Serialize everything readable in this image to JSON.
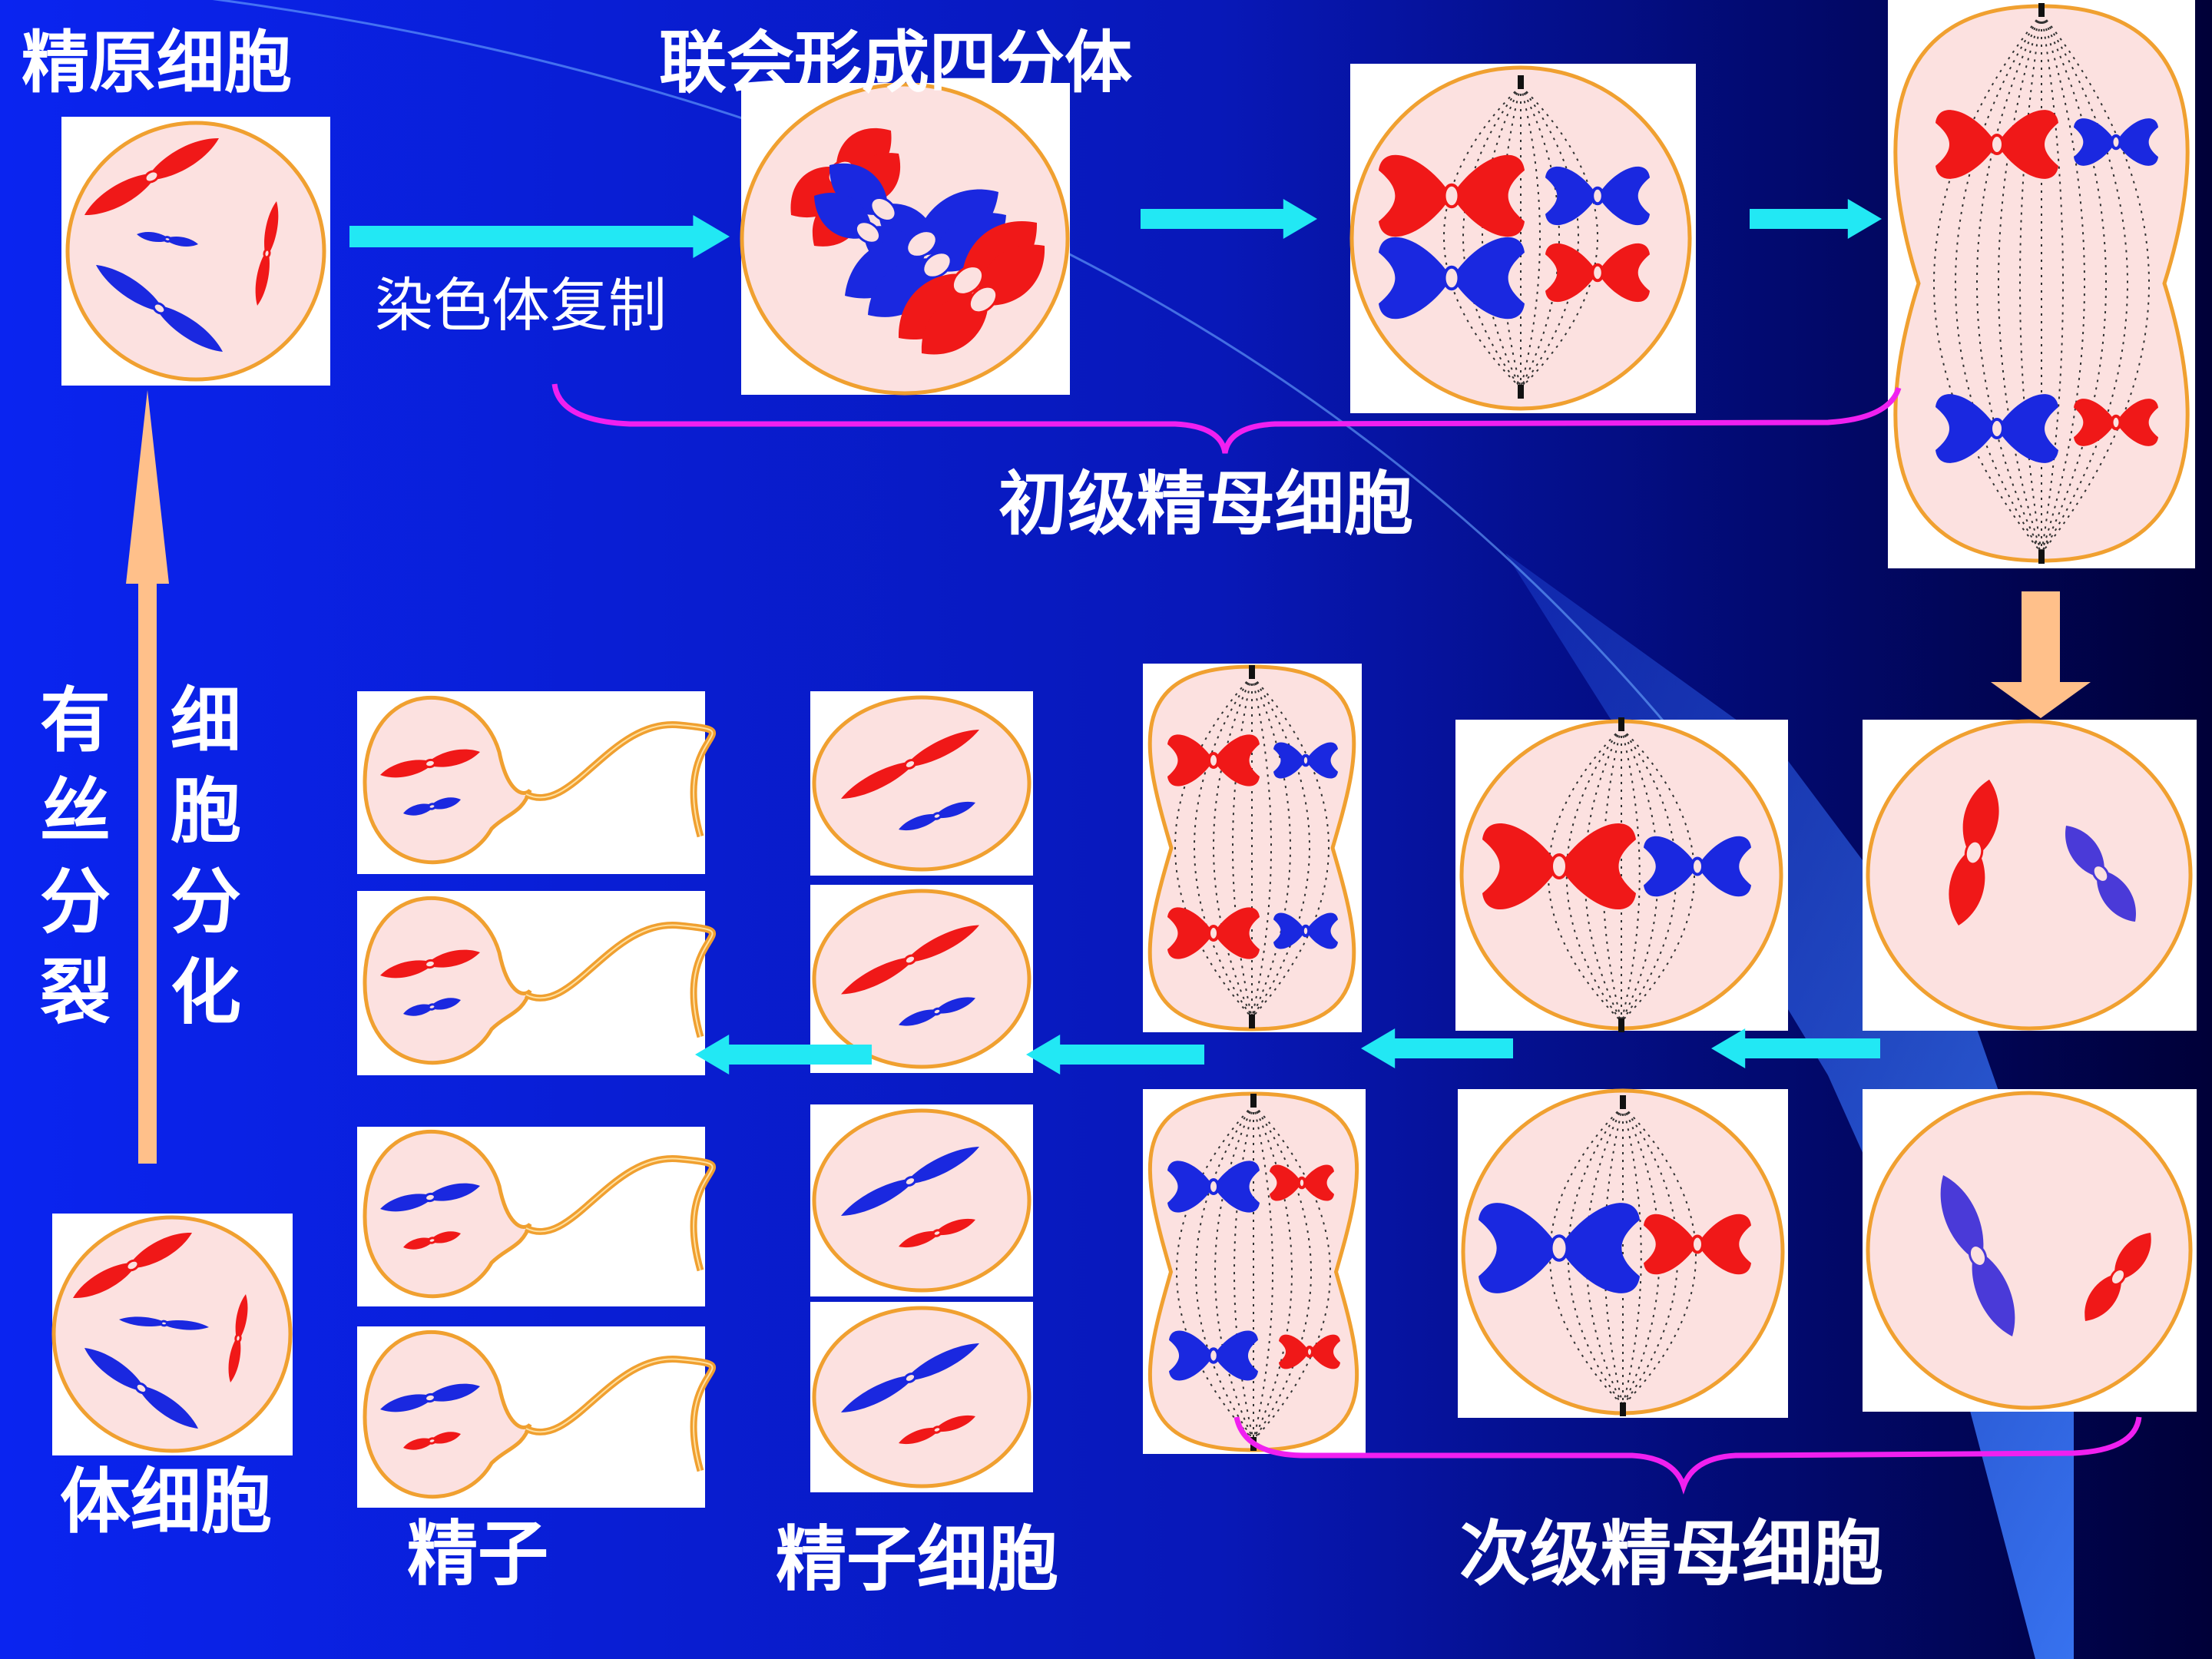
{
  "labels": {
    "spermatogonium": "精原细胞",
    "synapsis": "联会形成四分体",
    "replication": "染色体复制",
    "primary": "初级精母细胞",
    "secondary": "次级精母细胞",
    "spermatid": "精子细胞",
    "sperm": "精子",
    "somatic": "体细胞",
    "mitosis_chars": [
      "有",
      "丝",
      "分",
      "裂"
    ],
    "differentiation_chars": [
      "细",
      "胞",
      "分",
      "化"
    ]
  },
  "colors": {
    "background_left": "#0a27f0",
    "background_right": "#000044",
    "cell_fill": "#fce1e0",
    "cell_border": "#f0a030",
    "panel_white": "#ffffff",
    "chromosome_red": "#f01818",
    "chromosome_blue": "#1a28e0",
    "chromosome_violet": "#4a3ad8",
    "arrow_cyan": "#22e8f4",
    "arrow_peach": "#ffc08a",
    "brace_magenta": "#f020f0",
    "text_white": "#ffffff"
  },
  "icons": {
    "right_arrow": "right-arrow-icon",
    "left_arrow": "left-arrow-icon",
    "down_arrow": "down-arrow-icon",
    "up_arrow": "up-arrow-icon"
  }
}
